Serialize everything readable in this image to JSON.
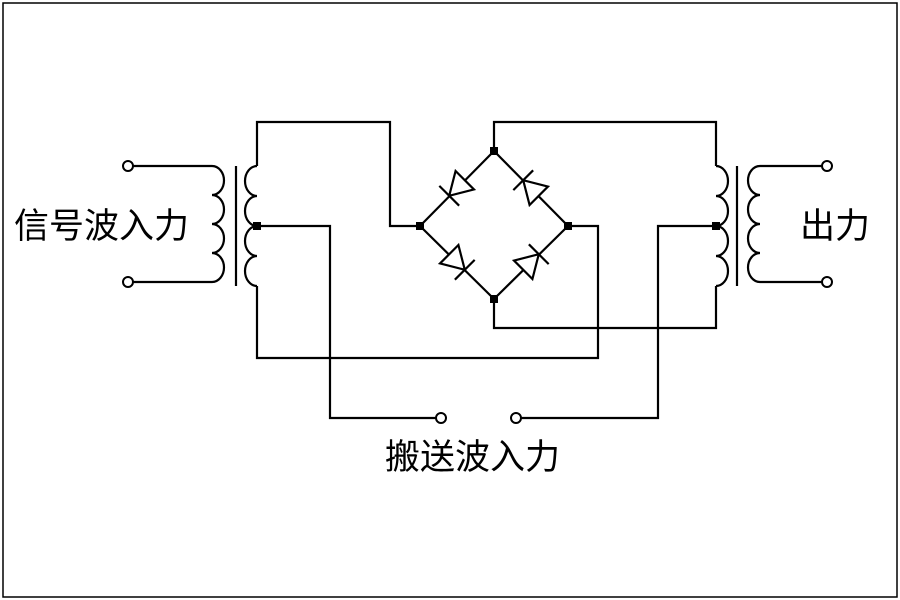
{
  "labels": {
    "signal_input": "信号波入力",
    "output": "出力",
    "carrier_input": "搬送波入力"
  },
  "colors": {
    "line": "#000000",
    "background": "#ffffff"
  }
}
